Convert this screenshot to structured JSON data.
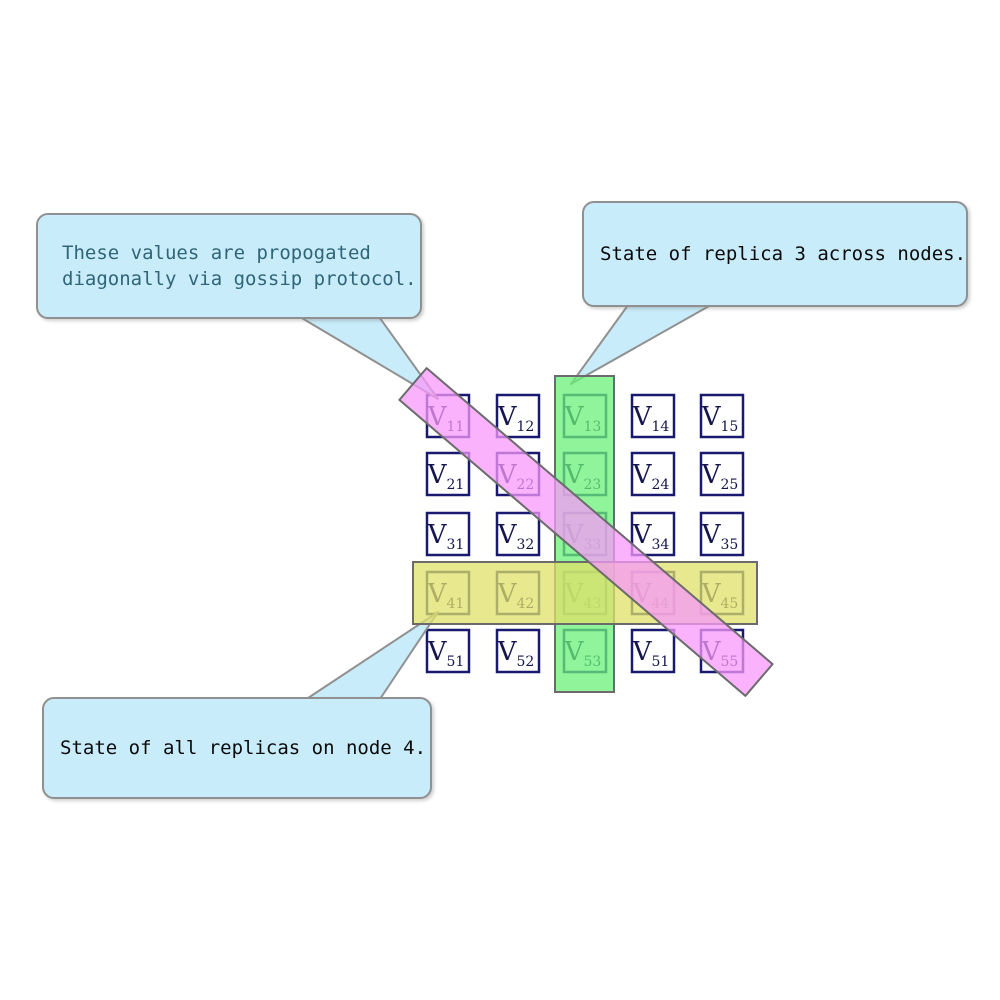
{
  "callouts": [
    {
      "id": "gossip",
      "lines": [
        "These values are propogated",
        "diagonally via gossip protocol."
      ],
      "text_color": "#2e6577"
    },
    {
      "id": "replica",
      "lines": [
        "State of replica 3 across nodes."
      ],
      "text_color": "#0a0a0a"
    },
    {
      "id": "node4",
      "lines": [
        "State of all replicas on node 4."
      ],
      "text_color": "#0a0a0a"
    }
  ],
  "matrix": {
    "symbol": "V",
    "rows": [
      [
        "11",
        "12",
        "13",
        "14",
        "15"
      ],
      [
        "21",
        "22",
        "23",
        "24",
        "25"
      ],
      [
        "31",
        "32",
        "33",
        "34",
        "35"
      ],
      [
        "41",
        "42",
        "43",
        "44",
        "45"
      ],
      [
        "51",
        "52",
        "53",
        "51",
        "55"
      ]
    ]
  },
  "highlights": {
    "column": {
      "meaning": "replica 3 across nodes",
      "color": "#6bf178"
    },
    "row": {
      "meaning": "all replicas on node 4",
      "color": "#e0e069"
    },
    "diagonal": {
      "meaning": "values propogated diagonally via gossip protocol",
      "color": "#f798f9"
    }
  },
  "colors": {
    "callout_fill": "#c9ecfa",
    "callout_border": "#909090",
    "cell_border": "#191970",
    "cell_label": "#16164f",
    "band_border": "#6b6b6b",
    "background": "#ffffff"
  }
}
